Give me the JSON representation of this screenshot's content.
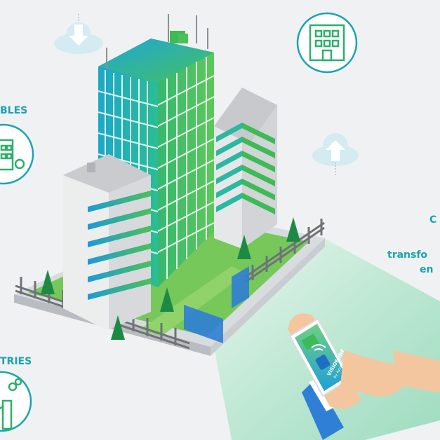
{
  "labels": {
    "left_top": "BLES",
    "left_bottom": "TRIES",
    "right_1": "C",
    "right_2": "transfo",
    "right_3": "en"
  },
  "phone": {
    "brand": "VISIOFONE",
    "brand_sub": "by Aximum"
  },
  "colors": {
    "teal": "#1aa3b3",
    "green": "#3dbb55",
    "blue": "#1e9ad6",
    "background": "#f0f1f2"
  },
  "icons": [
    "download-cloud-icon",
    "upload-cloud-icon",
    "building-icon",
    "factory-icon"
  ]
}
